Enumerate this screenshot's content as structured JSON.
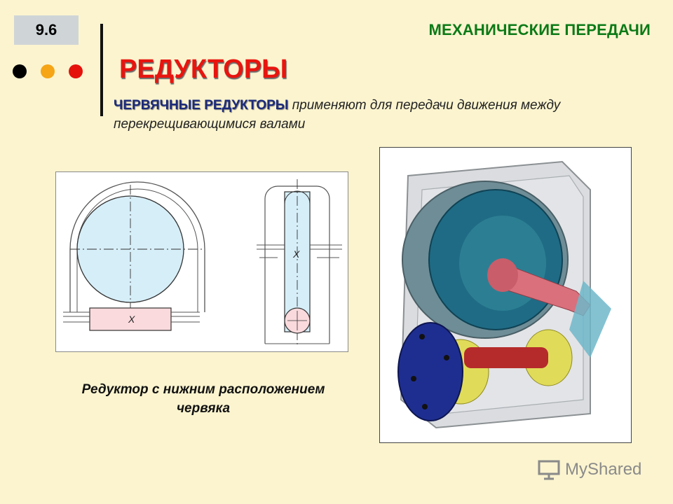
{
  "header": {
    "slide_number": "9.6",
    "section_title": "МЕХАНИЧЕСКИЕ ПЕРЕДАЧИ",
    "main_title": "РЕДУКТОРЫ"
  },
  "nav_dots": [
    {
      "color": "#000000"
    },
    {
      "color": "#f5a516"
    },
    {
      "color": "#e5120c"
    }
  ],
  "description": {
    "highlight": "ЧЕРВЯЧНЫЕ РЕДУКТОРЫ",
    "text": " применяют для передачи движения между перекрещивающимися валами"
  },
  "drawing": {
    "wheel_label": "X",
    "worm_label": "X"
  },
  "caption": {
    "line1": "Редуктор с нижним расположением",
    "line2": "червяка"
  },
  "watermark": {
    "text": "MyShared"
  },
  "colors": {
    "background": "#fbf4cf",
    "title_red": "#e8150f",
    "section_green": "#0c7a17",
    "highlight_blue": "#1b2a7a"
  }
}
